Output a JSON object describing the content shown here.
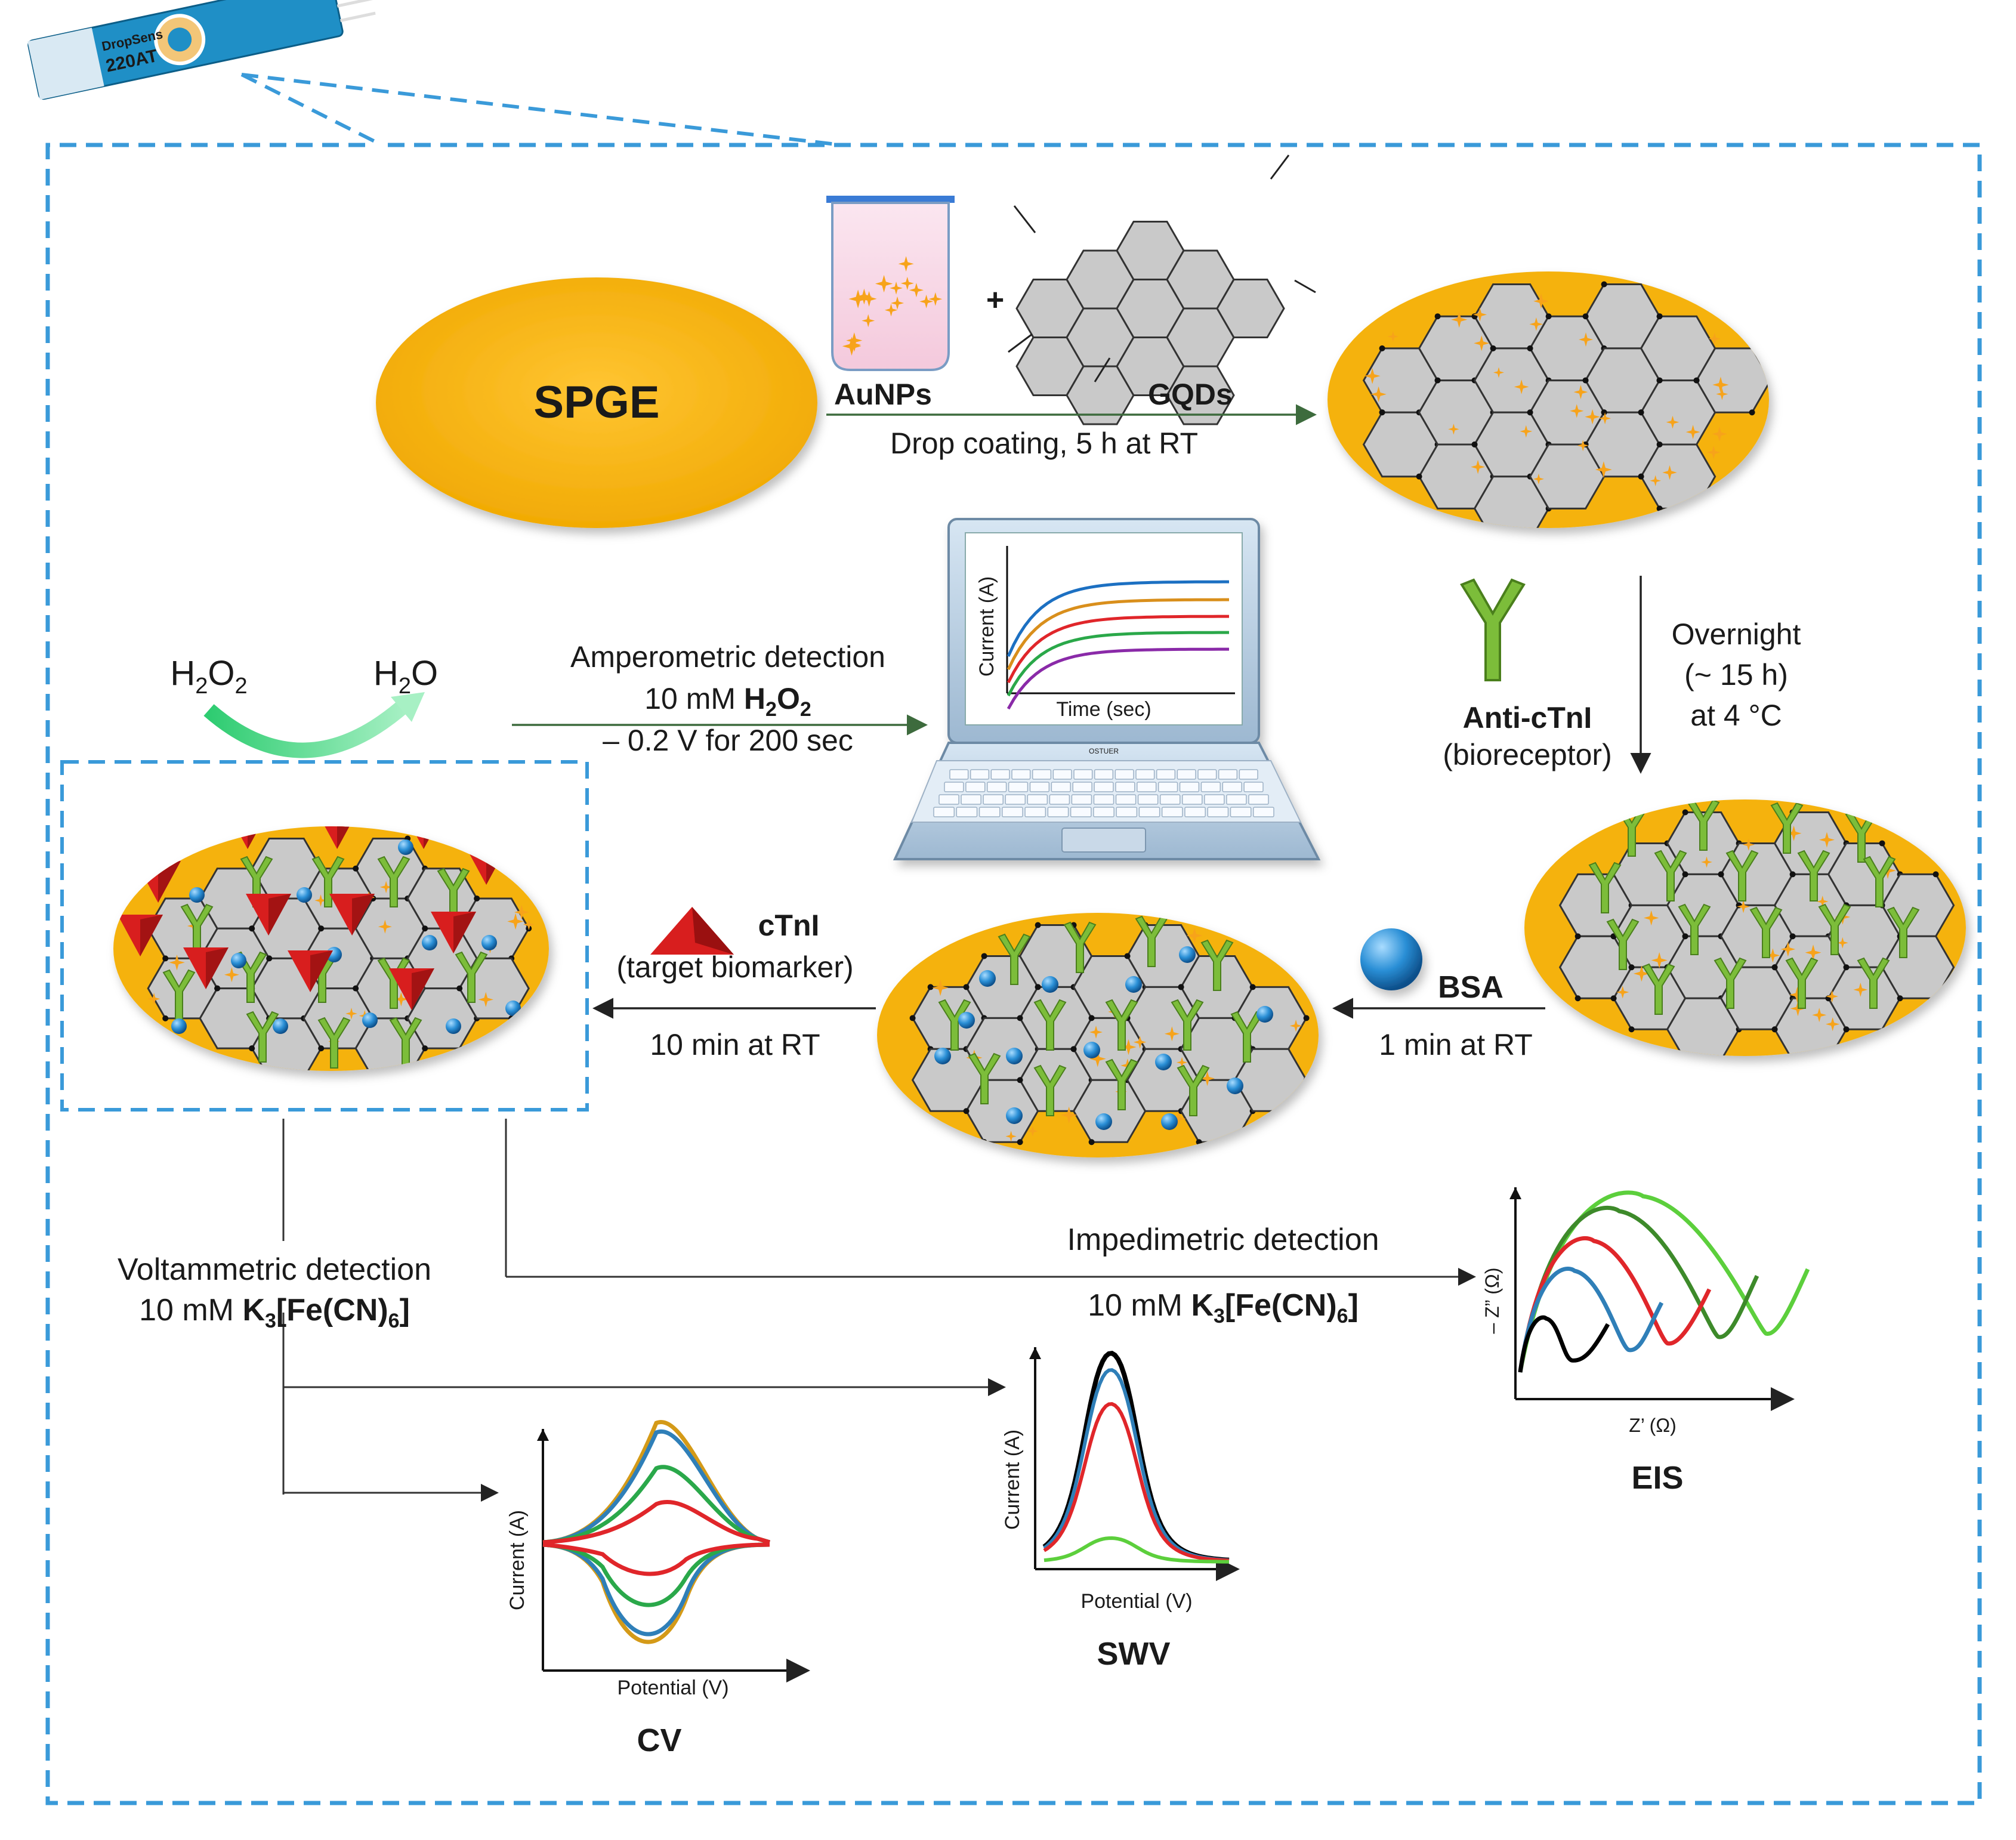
{
  "colors": {
    "gold": "#f5b20c",
    "dashed_border": "#3a9ad9",
    "arrow_green": "#3d6b3d",
    "antibody_green": "#7cbd3a",
    "target_red": "#d81e1e",
    "bsa_blue": "#2a8fd6",
    "hex_gray": "#c9c9c9",
    "sparkle": "#f7a31a"
  },
  "electrode_chip": {
    "label_lines": [
      "DropSens",
      "220AT"
    ]
  },
  "step1": {
    "electrode_label": "SPGE",
    "aunps_label": "AuNPs",
    "plus": "+",
    "gqds_label": "GQDs",
    "arrow_label": "Drop coating, 5 h at RT"
  },
  "step2": {
    "reagent_label": "Anti-cTnI",
    "reagent_desc": "(bioreceptor)",
    "condition_lines": [
      "Overnight",
      "(~ 15 h)",
      "at 4 °C"
    ]
  },
  "step3": {
    "reagent_label": "BSA",
    "condition": "1 min at RT"
  },
  "step4": {
    "reagent_label": "cTnI",
    "reagent_desc": "(target biomarker)",
    "condition": "10 min at RT"
  },
  "reaction": {
    "reactant": "H2O2",
    "product": "H2O"
  },
  "amperometric": {
    "title": "Amperometric detection",
    "line2_prefix": "10 mM ",
    "line2_bold": "H2O2",
    "line3": "– 0.2 V for 200 sec",
    "laptop_brand": "OSTUER",
    "screen_ylabel": "Current (A)",
    "screen_xlabel": "Time (sec)",
    "curve_colors": [
      "#1f6fc2",
      "#d98f1a",
      "#e0262a",
      "#2aa84a",
      "#8a2aa8"
    ]
  },
  "voltammetric": {
    "title": "Voltammetric detection",
    "line2_prefix": "10 mM ",
    "line2_formula": "K3[Fe(CN)6]"
  },
  "impedimetric": {
    "title": "Impedimetric detection",
    "line2_prefix": "10 mM ",
    "line2_formula": "K3[Fe(CN)6]"
  },
  "cv_chart": {
    "type": "line",
    "ylabel": "Current (A)",
    "xlabel": "Potential (V)",
    "name": "CV",
    "curve_colors": [
      "#d49a18",
      "#2f7fb8",
      "#2aa84a",
      "#e0262a"
    ]
  },
  "swv_chart": {
    "type": "line",
    "ylabel": "Current (A)",
    "xlabel": "Potential (V)",
    "name": "SWV",
    "curve_colors": [
      "#000000",
      "#2f7fb8",
      "#e0262a",
      "#5ccf3c"
    ]
  },
  "eis_chart": {
    "type": "line",
    "ylabel": "– Z” (Ω)",
    "xlabel": "Z’ (Ω)",
    "name": "EIS",
    "curve_colors": [
      "#5ccf3c",
      "#3d8a2a",
      "#e0262a",
      "#2f7fb8",
      "#000000"
    ]
  }
}
